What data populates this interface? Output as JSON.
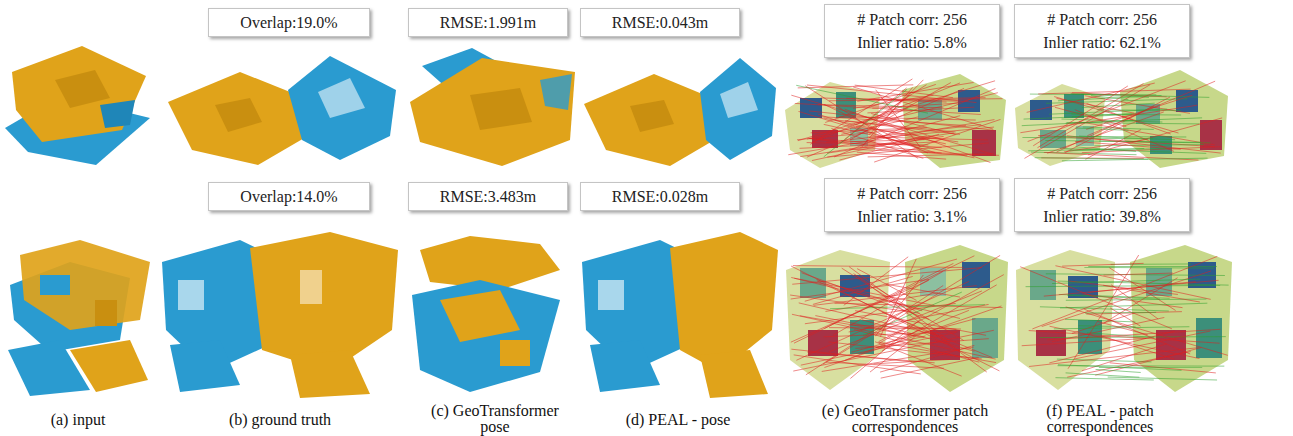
{
  "diagram": {
    "nodes": [
      {
        "text": [
          "Overlap:19.0%"
        ]
      },
      {
        "text": [
          "RMSE:1.991m"
        ]
      },
      {
        "text": [
          "RMSE:0.043m"
        ]
      },
      {
        "text": [
          "# Patch corr: 256",
          "Inlier ratio: 5.8%"
        ]
      },
      {
        "text": [
          "# Patch corr: 256",
          "Inlier ratio: 62.1%"
        ]
      },
      {
        "text": [
          "Overlap:14.0%"
        ]
      },
      {
        "text": [
          "RMSE:3.483m"
        ]
      },
      {
        "text": [
          "RMSE:0.028m"
        ]
      },
      {
        "text": [
          "# Patch corr: 256",
          "Inlier ratio: 3.1%"
        ]
      },
      {
        "text": [
          "# Patch corr: 256",
          "Inlier ratio: 39.8%"
        ]
      }
    ],
    "labels": [
      "(a) input",
      "(b) ground truth",
      "(c) GeoTransformer pose",
      "(d) PEAL - pose",
      "(e) GeoTransformer patch correspondences",
      "(f) PEAL - patch correspondences"
    ]
  }
}
